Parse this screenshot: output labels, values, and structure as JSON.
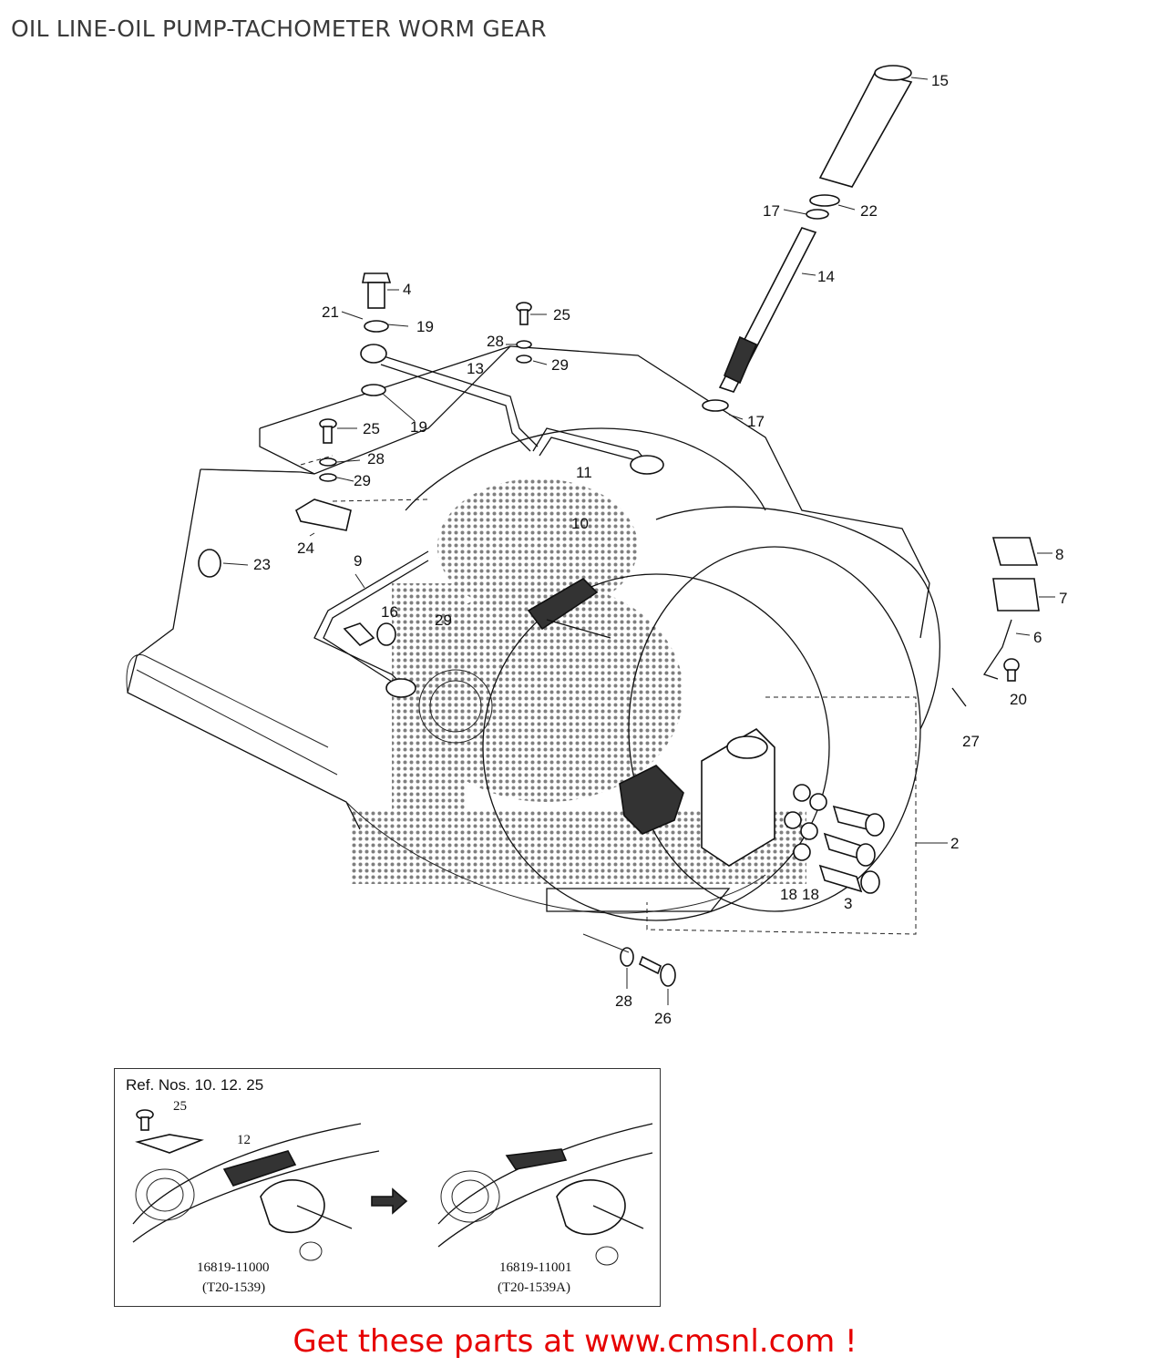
{
  "title": "OIL LINE-OIL PUMP-TACHOMETER WORM GEAR",
  "callouts": [
    {
      "id": "c15",
      "text": "15"
    },
    {
      "id": "c17a",
      "text": "17"
    },
    {
      "id": "c22",
      "text": "22"
    },
    {
      "id": "c14",
      "text": "14"
    },
    {
      "id": "c4",
      "text": "4"
    },
    {
      "id": "c21",
      "text": "21"
    },
    {
      "id": "c19a",
      "text": "19"
    },
    {
      "id": "c25a",
      "text": "25"
    },
    {
      "id": "c28a",
      "text": "28"
    },
    {
      "id": "c29a",
      "text": "29"
    },
    {
      "id": "c13",
      "text": "13"
    },
    {
      "id": "c19b",
      "text": "19"
    },
    {
      "id": "c17b",
      "text": "17"
    },
    {
      "id": "c25b",
      "text": "25"
    },
    {
      "id": "c28b",
      "text": "28"
    },
    {
      "id": "c29b",
      "text": "29"
    },
    {
      "id": "c11",
      "text": "11"
    },
    {
      "id": "c10",
      "text": "10"
    },
    {
      "id": "c24",
      "text": "24"
    },
    {
      "id": "c23",
      "text": "23"
    },
    {
      "id": "c9",
      "text": "9"
    },
    {
      "id": "c16",
      "text": "16"
    },
    {
      "id": "c29c",
      "text": "29"
    },
    {
      "id": "c8",
      "text": "8"
    },
    {
      "id": "c7",
      "text": "7"
    },
    {
      "id": "c6",
      "text": "6"
    },
    {
      "id": "c20",
      "text": "20"
    },
    {
      "id": "c27",
      "text": "27"
    },
    {
      "id": "c2",
      "text": "2"
    },
    {
      "id": "c18a",
      "text": "18"
    },
    {
      "id": "c18b",
      "text": "18"
    },
    {
      "id": "c3",
      "text": "3"
    },
    {
      "id": "c28c",
      "text": "28"
    },
    {
      "id": "c26",
      "text": "26"
    }
  ],
  "inset": {
    "title": "Ref. Nos. 10. 12. 25",
    "label_25": "25",
    "label_12": "12",
    "old_part_number": "16819-11000",
    "old_part_code": "(T20-1539)",
    "new_part_number": "16819-11001",
    "new_part_code": "(T20-1539A)"
  },
  "promo": "Get these parts at www.cmsnl.com !"
}
